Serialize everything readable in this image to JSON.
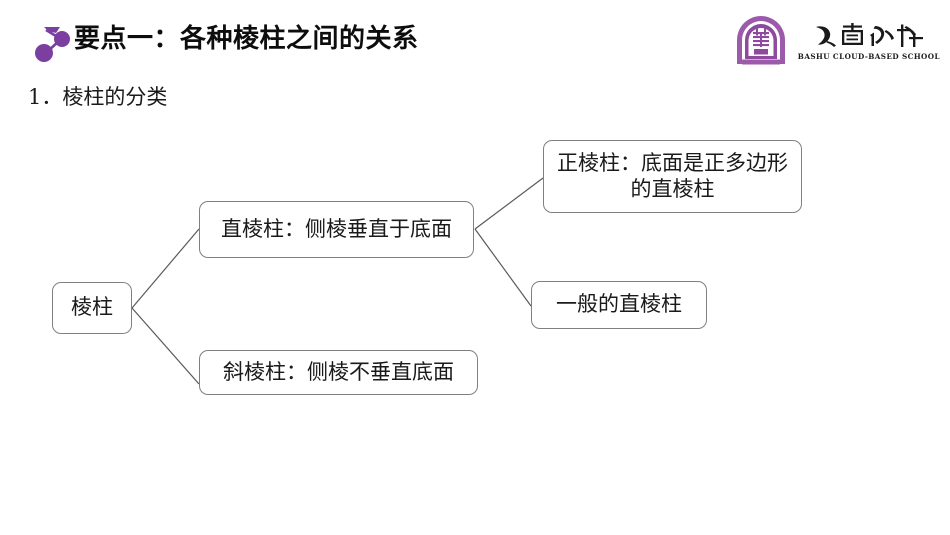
{
  "header": {
    "title": "要点一：各种棱柱之间的关系",
    "icon": "node-link-icon",
    "accent_color": "#7B3FA0",
    "title_color": "#0D0D0D"
  },
  "logo": {
    "seal_name": "bashu-seal-icon",
    "seal_color": "#8E4A9E",
    "wordmark_cn": "巴蜀云校",
    "wordmark_en": "BASHU CLOUD-BASED SCHOOL"
  },
  "sub_heading": {
    "number": "1．",
    "text": "棱柱的分类"
  },
  "diagram": {
    "border_color": "#808083",
    "line_color": "#595959",
    "nodes": [
      {
        "id": "root",
        "label": "棱柱"
      },
      {
        "id": "right-prism",
        "label": "直棱柱：侧棱垂直于底面"
      },
      {
        "id": "oblique-prism",
        "label": "斜棱柱：侧棱不垂直底面"
      },
      {
        "id": "regular-prism",
        "label": "正棱柱：底面是正多边形的直棱柱"
      },
      {
        "id": "general-right-prism",
        "label": "一般的直棱柱"
      }
    ],
    "edges": [
      {
        "from": "root",
        "to": "right-prism"
      },
      {
        "from": "root",
        "to": "oblique-prism"
      },
      {
        "from": "right-prism",
        "to": "regular-prism"
      },
      {
        "from": "right-prism",
        "to": "general-right-prism"
      }
    ]
  }
}
